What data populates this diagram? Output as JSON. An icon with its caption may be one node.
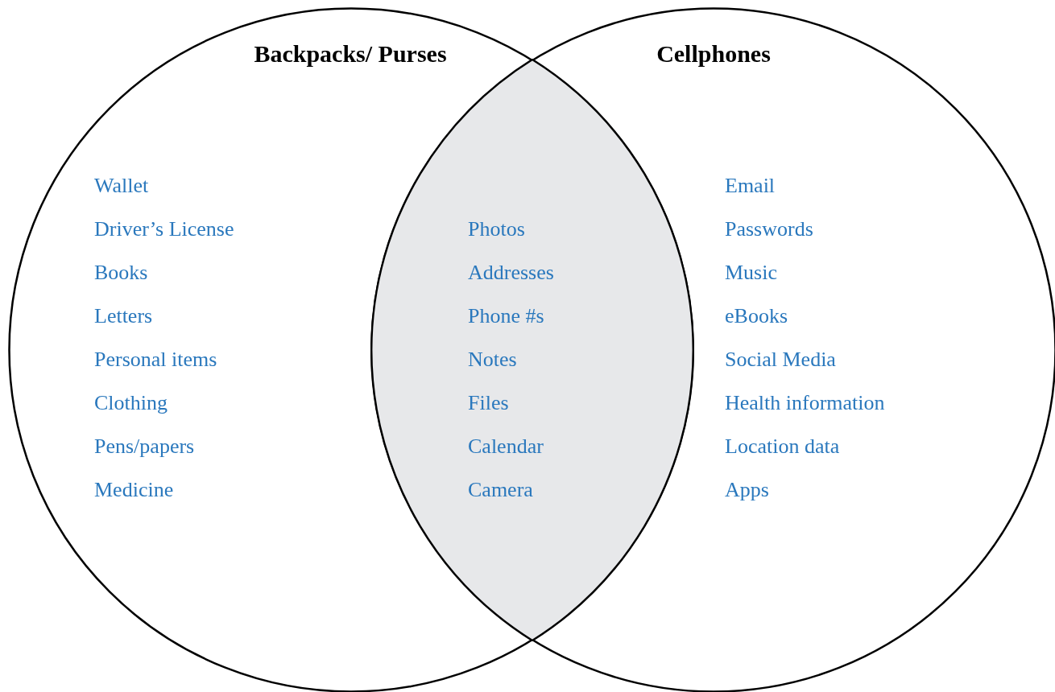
{
  "diagram": {
    "nodes": [
      {
        "text": [
          "Backpacks/ Purses",
          "Wallet",
          "Driver’s License",
          "Books",
          "Letters",
          "Personal items",
          "Clothing",
          "Pens/papers",
          "Medicine"
        ]
      },
      {
        "text": [
          "Cellphones",
          "Email",
          "Passwords",
          "Music",
          "eBooks",
          "Social Media",
          "Health information",
          "Location data",
          "Apps"
        ]
      },
      {
        "text": [
          "Photos",
          "Addresses",
          "Phone #s",
          "Notes",
          "Files",
          "Calendar",
          "Camera"
        ]
      }
    ]
  }
}
